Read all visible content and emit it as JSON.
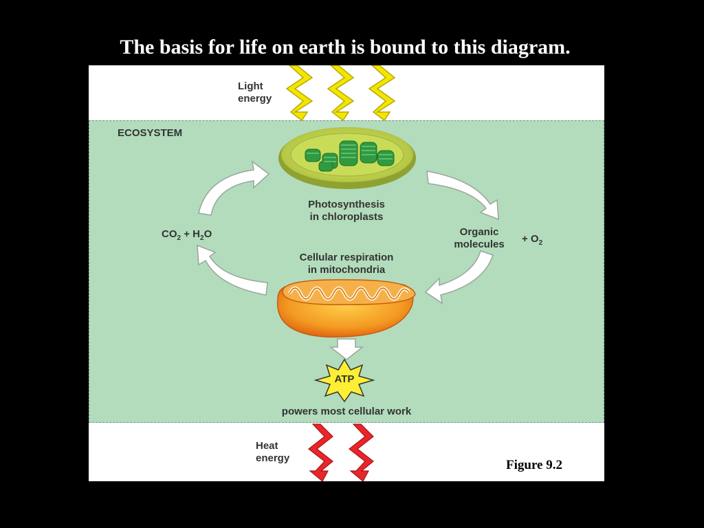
{
  "slide": {
    "title": "The basis for life on earth is bound to this diagram."
  },
  "figure": {
    "light_energy": [
      "Light",
      "energy"
    ],
    "ecosystem_label": "ECOSYSTEM",
    "photosynthesis": [
      "Photosynthesis",
      "in chloroplasts"
    ],
    "reactants_left": {
      "co": "CO",
      "co_sub": "2",
      "plus_h": " + H",
      "h_sub": "2",
      "o": "O"
    },
    "organic": [
      "Organic",
      "molecules"
    ],
    "oxygen": {
      "plus_o": "+ O",
      "o_sub": "2"
    },
    "respiration": [
      "Cellular respiration",
      "in mitochondria"
    ],
    "atp": "ATP",
    "powers": "powers most cellular work",
    "heat_energy": [
      "Heat",
      "energy"
    ],
    "caption": "Figure 9.2"
  },
  "colors": {
    "background": "#000000",
    "ecosystem_fill": "#b2dcbc",
    "light_bolt": "#f2e600",
    "heat_bolt": "#e8262a",
    "chloroplast": "#3aa84a",
    "mitochondrion": "#f08a1e",
    "atp_star": "#ffee33"
  }
}
